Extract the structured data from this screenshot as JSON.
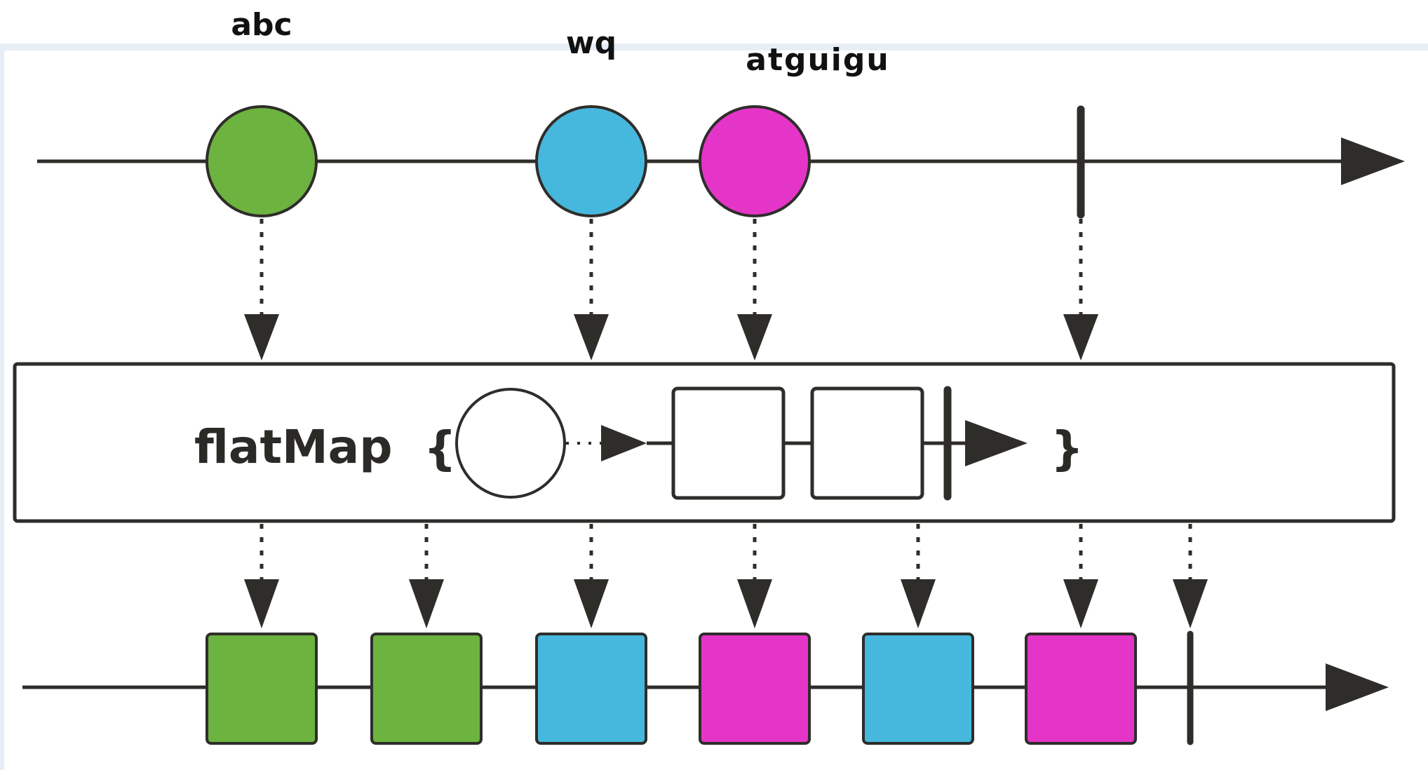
{
  "diagram": {
    "title": "flatMap marble diagram",
    "colors": {
      "stroke": "#2f2d2a",
      "green": "#6db33f",
      "blue": "#46b8dd",
      "magenta": "#e535c8",
      "frame": "#e8eef6",
      "white": "#ffffff"
    },
    "source": {
      "items": [
        {
          "label": "abc",
          "color": "green",
          "order": 0
        },
        {
          "label": "wq",
          "color": "blue",
          "order": 1
        },
        {
          "label": "atguigu",
          "color": "magenta",
          "order": 2
        }
      ],
      "completes": true
    },
    "operator": {
      "name": "flatMap",
      "open_brace": "{",
      "close_brace": "}",
      "inner_shape": "circle",
      "inner_output": [
        "square",
        "square"
      ],
      "inner_completes": true
    },
    "result": {
      "items": [
        {
          "color": "green",
          "from": "abc"
        },
        {
          "color": "green",
          "from": "abc"
        },
        {
          "color": "blue",
          "from": "wq"
        },
        {
          "color": "magenta",
          "from": "atguigu"
        },
        {
          "color": "blue",
          "from": "wq"
        },
        {
          "color": "magenta",
          "from": "atguigu"
        }
      ],
      "completes": true
    }
  }
}
